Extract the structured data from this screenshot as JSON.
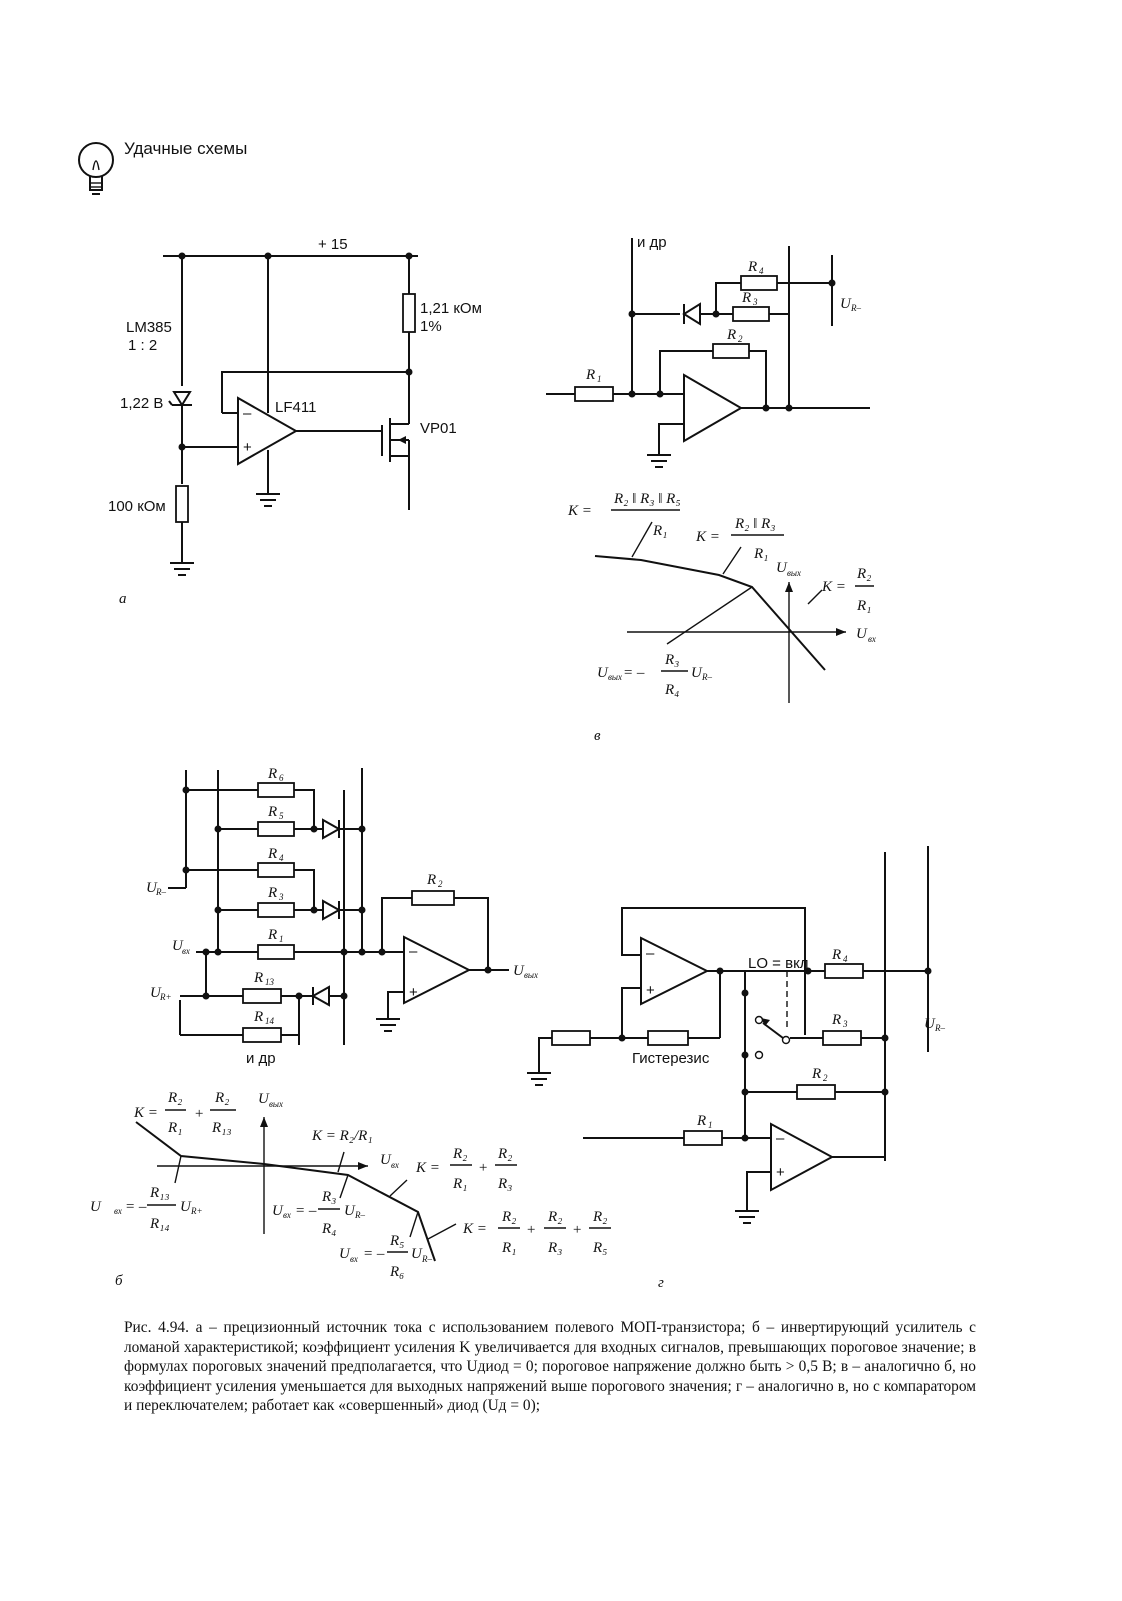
{
  "header": {
    "title": "Удачные схемы",
    "icon": "lightbulb-icon"
  },
  "fig_a": {
    "supply": "+ 15",
    "ref_chip": "LM385",
    "ratio": "1 : 2",
    "zener_voltage": "1,22 В",
    "opamp": "LF411",
    "transistor": "VP01",
    "sense_resistor": "1,21 кОм",
    "sense_tolerance": "1%",
    "bias_resistor": "100 кОм",
    "panel_label": "а"
  },
  "fig_v": {
    "input_label": "и др",
    "r1": "R",
    "r1_sub": "1",
    "r2": "R",
    "r2_sub": "2",
    "r3": "R",
    "r3_sub": "3",
    "r4": "R",
    "r4_sub": "4",
    "ur": "U",
    "ur_sub": "R–",
    "k_eq": "K =",
    "k1_num": "R₂ ‖ R₃ ‖ R₅",
    "k1_den": "R₁",
    "k2_num": "R₂ ‖ R₃",
    "k2_den": "R₁",
    "k3_num": "R₂",
    "k3_den": "R₁",
    "uout": "U",
    "uout_sub": "вых",
    "uin": "U",
    "uin_sub": "вх",
    "thr_left": "U",
    "thr_left_sub": "вых",
    "thr_eq": "= –",
    "thr_num": "R₃",
    "thr_den": "R₄",
    "thr_right": "U",
    "thr_right_sub": "R–",
    "panel_label": "в"
  },
  "fig_b": {
    "r2": "R",
    "r2_sub": "2",
    "r1": "R",
    "r1_sub": "1",
    "r3": "R",
    "r3_sub": "3",
    "r4": "R",
    "r4_sub": "4",
    "r5": "R",
    "r5_sub": "5",
    "r6": "R",
    "r6_sub": "6",
    "r13": "R",
    "r13_sub": "13",
    "r14": "R",
    "r14_sub": "14",
    "ur_minus": "U",
    "ur_minus_sub": "R–",
    "ur_plus": "U",
    "ur_plus_sub": "R+",
    "uin": "U",
    "uin_sub": "вх",
    "uout": "U",
    "uout_sub": "вых",
    "etc": "и др",
    "panel_label": "б"
  },
  "fig_b_graph": {
    "k_eq": "K =",
    "k_left_a": "R₂",
    "k_left_b": "R₁",
    "k_left_c": "R₂",
    "k_left_d": "R₁₃",
    "uout": "U",
    "uout_sub": "вых",
    "k_mid": "K = R₂/R₁",
    "uin": "U",
    "uin_sub": "вх",
    "k_r1_a": "R₂",
    "k_r1_b": "R₁",
    "k_r1_c": "R₂",
    "k_r1_d": "R₃",
    "thr_left_u": "U",
    "thr_left_sub": "вх",
    "thr_left_eq": "= –",
    "thr_left_num": "R₁₃",
    "thr_left_den": "R₁₄",
    "thr_left_ur": "U",
    "thr_left_ur_sub": "R+",
    "thr_mid_u": "U",
    "thr_mid_sub": "вх",
    "thr_mid_eq": "= –",
    "thr_mid_num": "R₃",
    "thr_mid_den": "R₄",
    "thr_mid_ur": "U",
    "thr_mid_ur_sub": "R–",
    "thr_low_u": "U",
    "thr_low_sub": "вх",
    "thr_low_eq": "= –",
    "thr_low_num": "R₅",
    "thr_low_den": "R₆",
    "thr_low_ur": "U",
    "thr_low_ur_sub": "R–",
    "k_r2_a": "R₂",
    "k_r2_b": "R₁",
    "k_r2_c": "R₂",
    "k_r2_d": "R₃",
    "k_r2_e": "R₂",
    "k_r2_f": "R₅"
  },
  "fig_g": {
    "lo_label": "LO = вкл",
    "hysteresis": "Гистерезис",
    "r4": "R",
    "r4_sub": "4",
    "r3": "R",
    "r3_sub": "3",
    "r2": "R",
    "r2_sub": "2",
    "r1": "R",
    "r1_sub": "1",
    "ur": "U",
    "ur_sub": "R–",
    "panel_label": "г"
  },
  "caption": {
    "fig_no": "Рис. 4.94.",
    "text": "а – прецизионный источник тока с использованием полевого МОП-транзистора; б – инвертирующий усилитель с ломаной характеристикой; коэффициент усиления K увеличивается для входных сигналов, превышающих пороговое значение; в формулах пороговых значений предполагается, что Uдиод = 0; пороговое напряжение должно быть > 0,5 В; в – аналогично б, но коэффициент усиления уменьшается для выходных напряжений выше порогового значения; г – аналогично в, но с компаратором и переключателем; работает как «совершенный» диод (Uд = 0);"
  }
}
